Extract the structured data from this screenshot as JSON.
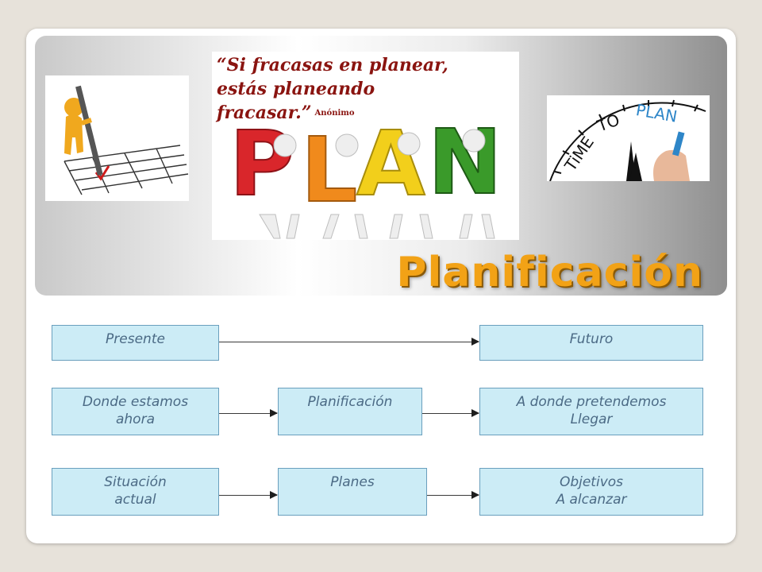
{
  "banner": {
    "title": "Planificación",
    "quote": {
      "line1": "“Si fracasas en planear,",
      "line2": "estás planeando fracasar.”",
      "author": "Anónimo"
    },
    "plan_letters": [
      "P",
      "L",
      "A",
      "N"
    ],
    "clock_text": {
      "time": "TiME",
      "to": "TO",
      "plan": "PLAN"
    }
  },
  "diagram": {
    "rows": [
      {
        "left": [
          "Presente"
        ],
        "middle": [],
        "right": [
          "Futuro"
        ]
      },
      {
        "left": [
          "Donde estamos",
          "ahora"
        ],
        "middle": [
          "Planificación"
        ],
        "right": [
          "A donde pretendemos",
          "Llegar"
        ]
      },
      {
        "left": [
          "Situación",
          "actual"
        ],
        "middle": [
          "Planes"
        ],
        "right": [
          "Objetivos",
          "A alcanzar"
        ]
      }
    ]
  },
  "colors": {
    "title": "#f2a216",
    "box_fill": "#ccecf6",
    "box_border": "#6a9fbd",
    "box_text": "#4b6a85",
    "plan_p": "#d9262b",
    "plan_l": "#f08a1c",
    "plan_a": "#f2cf1b",
    "plan_n": "#3a9a2a"
  }
}
